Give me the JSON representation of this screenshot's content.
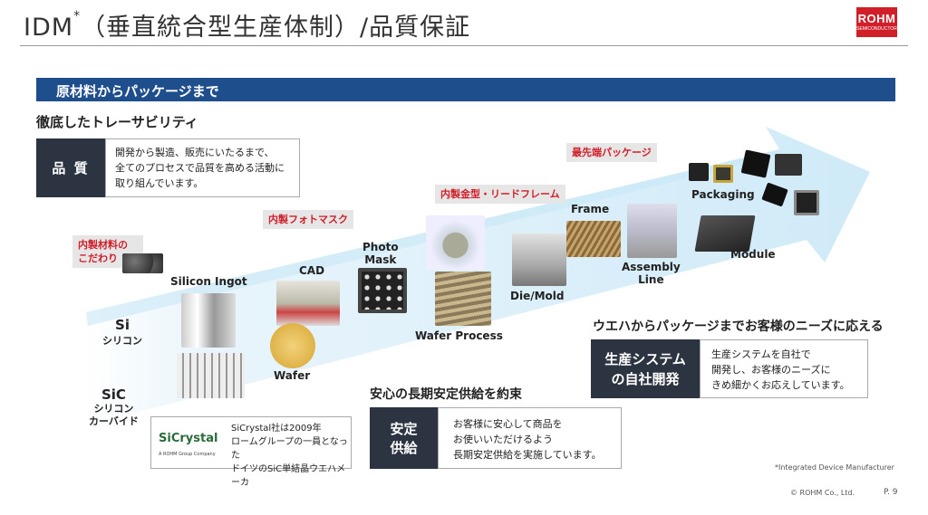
{
  "header": {
    "title": "IDM",
    "title_sup": "*",
    "title_rest": "（垂直統合型生産体制）/品質保証"
  },
  "logo": {
    "name": "ROHM",
    "sub": "SEMICONDUCTOR"
  },
  "banner": {
    "label": "原材料からパッケージまで"
  },
  "traceability": {
    "heading": "徹底したトレーサビリティ"
  },
  "quality": {
    "label": "品 質",
    "lines": [
      "開発から製造、販売にいたるまで、",
      "全てのプロセスで品質を高める活動に",
      "取り組んでいます。"
    ]
  },
  "callouts": {
    "material": [
      "内製材料の",
      "こだわり"
    ],
    "photomask": "内製フォトマスク",
    "leadframe": "内製金型・リードフレーム",
    "package": "最先端パッケージ"
  },
  "process": {
    "silicon_ingot": "Silicon Ingot",
    "cad": "CAD",
    "photo_mask": [
      "Photo",
      "Mask"
    ],
    "wafer": "Wafer",
    "wafer_process": "Wafer Process",
    "die_mold": "Die/Mold",
    "frame": "Frame",
    "assembly_line": [
      "Assembly",
      "Line"
    ],
    "packaging": "Packaging",
    "module": "Module"
  },
  "materials": {
    "si": "Si",
    "si_jp": "シリコン",
    "sic": "SiC",
    "sic_jp1": "シリコン",
    "sic_jp2": "カーバイド"
  },
  "sicrystal": {
    "logo": "SiCrystal",
    "logo_sub": "A ROHM Group Company",
    "lines": [
      "SiCrystal社は2009年",
      "ロームグループの一員となった",
      "ドイツのSiC単結晶ウエハメーカ"
    ]
  },
  "supply": {
    "heading": "安心の長期安定供給を約束",
    "label": [
      "安定",
      "供給"
    ],
    "lines": [
      "お客様に安心して商品を",
      "お使いいただけるよう",
      "長期安定供給を実施しています。"
    ]
  },
  "system": {
    "heading": "ウエハからパッケージまでお客様のニーズに応える",
    "label": [
      "生産システム",
      "の自社開発"
    ],
    "lines": [
      "生産システムを自社で",
      "開発し、お客様のニーズに",
      "きめ細かくお応えしています。"
    ]
  },
  "footer": {
    "footnote": "*Integrated Device Manufacturer",
    "copyright": "©  ROHM Co., Ltd.",
    "page": "P. 9"
  },
  "colors": {
    "banner": "#1f4e8c",
    "brand_red": "#d11f2a",
    "dark_label": "#2b3440",
    "arrow": "#dff1fb"
  }
}
